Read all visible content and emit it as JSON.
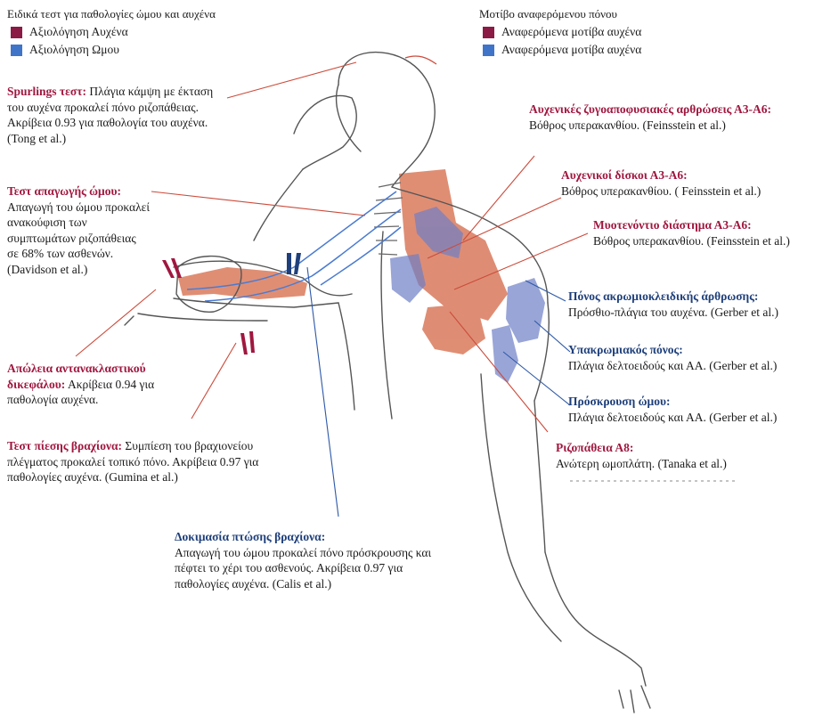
{
  "legend_left": {
    "title": "Ειδικά τεστ για παθολογίες ώμου και αυχένα",
    "items": [
      {
        "label": "Αξιολόγηση Αυχένα",
        "color": "#8b1a44"
      },
      {
        "label": "Αξιολόγηση Ωμου",
        "color": "#3f74c9"
      }
    ]
  },
  "legend_right": {
    "title": "Μοτίβο αναφερόμενου πόνου",
    "items": [
      {
        "label": "Αναφερόμενα μοτίβα αυχένα",
        "color": "#8b1a44"
      },
      {
        "label": "Αναφερόμενα μοτίβα αυχένα",
        "color": "#3f74c9"
      }
    ]
  },
  "left_annotations": {
    "spurling": {
      "heading": "Spurlings τεστ:",
      "body": " Πλάγια κάμψη με έκταση του αυχένα προκαλεί πόνο ριζοπάθειας. Ακρίβεια 0.93 για παθολογία του αυχένα. (Tong et al.)"
    },
    "abduction": {
      "heading": "Τεστ απαγωγής ώμου:",
      "body": "Απαγωγή του ώμου προκαλεί ανακούφιση των συμπτωμάτων ριζοπάθειας σε 68% των ασθενών. (Davidson et al.)"
    },
    "reflex": {
      "heading": "Απώλεια αντανακλαστικού δικεφάλου:",
      "body": " Ακρίβεια 0.94 για παθολογία αυχένα."
    },
    "compression": {
      "heading": "Τεστ πίεσης βραχίονα:",
      "body": " Συμπίεση του βραχιονείου πλέγματος προκαλεί τοπικό πόνο. Ακρίβεια 0.97 για παθολογίες αυχένα. (Gumina et al.)"
    },
    "drop_arm": {
      "heading": "Δοκιμασία πτώσης βραχίονα:",
      "body": "Απαγωγή του ώμου προκαλεί πόνο πρόσκρουσης και πέφτει το χέρι του ασθενούς. Ακρίβεια 0.97 για παθολογίες αυχένα. (Calis et al.)"
    }
  },
  "right_annotations": {
    "facet": {
      "heading": "Αυχενικές ζυγοαποφυσιακές αρθρώσεις Α3-Α6:",
      "body": "Βόθρος υπερακανθίου. (Feinsstein et al.)"
    },
    "discs": {
      "heading": "Αυχενικοί δίσκοι Α3-Α6:",
      "body": "Βόθρος υπερακανθίου. ( Feinsstein et al.)"
    },
    "myotendinous": {
      "heading": "Μυοτενόντιο διάστημα Α3-Α6:",
      "body": "Βόθρος υπερακανθίου. (Feinsstein et al.)"
    },
    "ac_joint": {
      "heading": "Πόνος ακρωμιοκλειδικής άρθρωσης:",
      "body": "Πρόσθιο-πλάγια του αυχένα. (Gerber et al.)"
    },
    "subacromial": {
      "heading": "Υπακρωμιακός πόνος:",
      "body": "Πλάγια δελτοειδούς και ΑΑ. (Gerber et al.)"
    },
    "impingement": {
      "heading": "Πρόσκρουση ώμου:",
      "body": "Πλάγια δελτοειδούς και ΑΑ. (Gerber et al.)"
    },
    "radiculopathy": {
      "heading": "Ριζοπάθεια Α8:",
      "body": "Ανώτερη ωμοπλάτη. (Tanaka et al.)"
    }
  },
  "colors": {
    "neck": "#8b1a44",
    "shoulder": "#3f74c9",
    "neck_text": "#a0173f",
    "shoulder_text": "#1e3f7a",
    "red_area": "#d97a5c",
    "blue_area": "#6f7fc7"
  }
}
